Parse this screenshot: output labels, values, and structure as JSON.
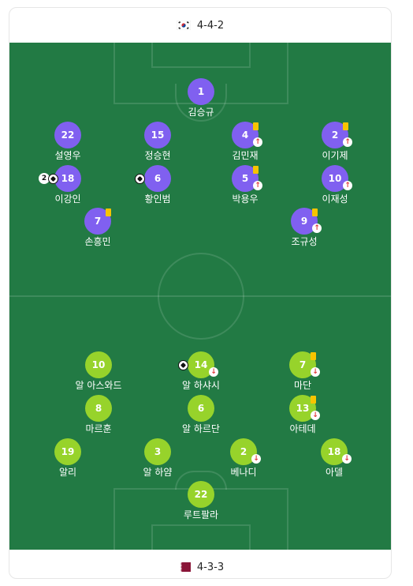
{
  "top_team": {
    "flag_icon": "south-korea-flag-icon",
    "formation": "4-4-2"
  },
  "bottom_team": {
    "flag_icon": "qatar-flag-icon",
    "formation": "4-3-3"
  },
  "colors": {
    "pitch": "#227a44",
    "korea_player": "#8060f0",
    "qatar_player": "#97d32b",
    "yellow_card": "#f7c400"
  },
  "korea_players": [
    {
      "number": "1",
      "name": "김승규"
    },
    {
      "number": "22",
      "name": "설영우"
    },
    {
      "number": "15",
      "name": "정승현"
    },
    {
      "number": "4",
      "name": "김민재"
    },
    {
      "number": "2",
      "name": "이기제"
    },
    {
      "number": "18",
      "name": "이강인",
      "goal_count": "2"
    },
    {
      "number": "6",
      "name": "황인범"
    },
    {
      "number": "5",
      "name": "박용우"
    },
    {
      "number": "10",
      "name": "이재성"
    },
    {
      "number": "7",
      "name": "손흥민"
    },
    {
      "number": "9",
      "name": "조규성"
    }
  ],
  "qatar_players": [
    {
      "number": "10",
      "name": "알 아스와드"
    },
    {
      "number": "14",
      "name": "알 하샤시"
    },
    {
      "number": "7",
      "name": "마단"
    },
    {
      "number": "8",
      "name": "마르훈"
    },
    {
      "number": "6",
      "name": "알 하르단"
    },
    {
      "number": "13",
      "name": "아테데"
    },
    {
      "number": "19",
      "name": "알리"
    },
    {
      "number": "3",
      "name": "알 하얌"
    },
    {
      "number": "2",
      "name": "베나디"
    },
    {
      "number": "18",
      "name": "아델"
    },
    {
      "number": "22",
      "name": "루트팔라"
    }
  ],
  "icons": {
    "sub_in": "↑",
    "sub_out": "↓"
  }
}
